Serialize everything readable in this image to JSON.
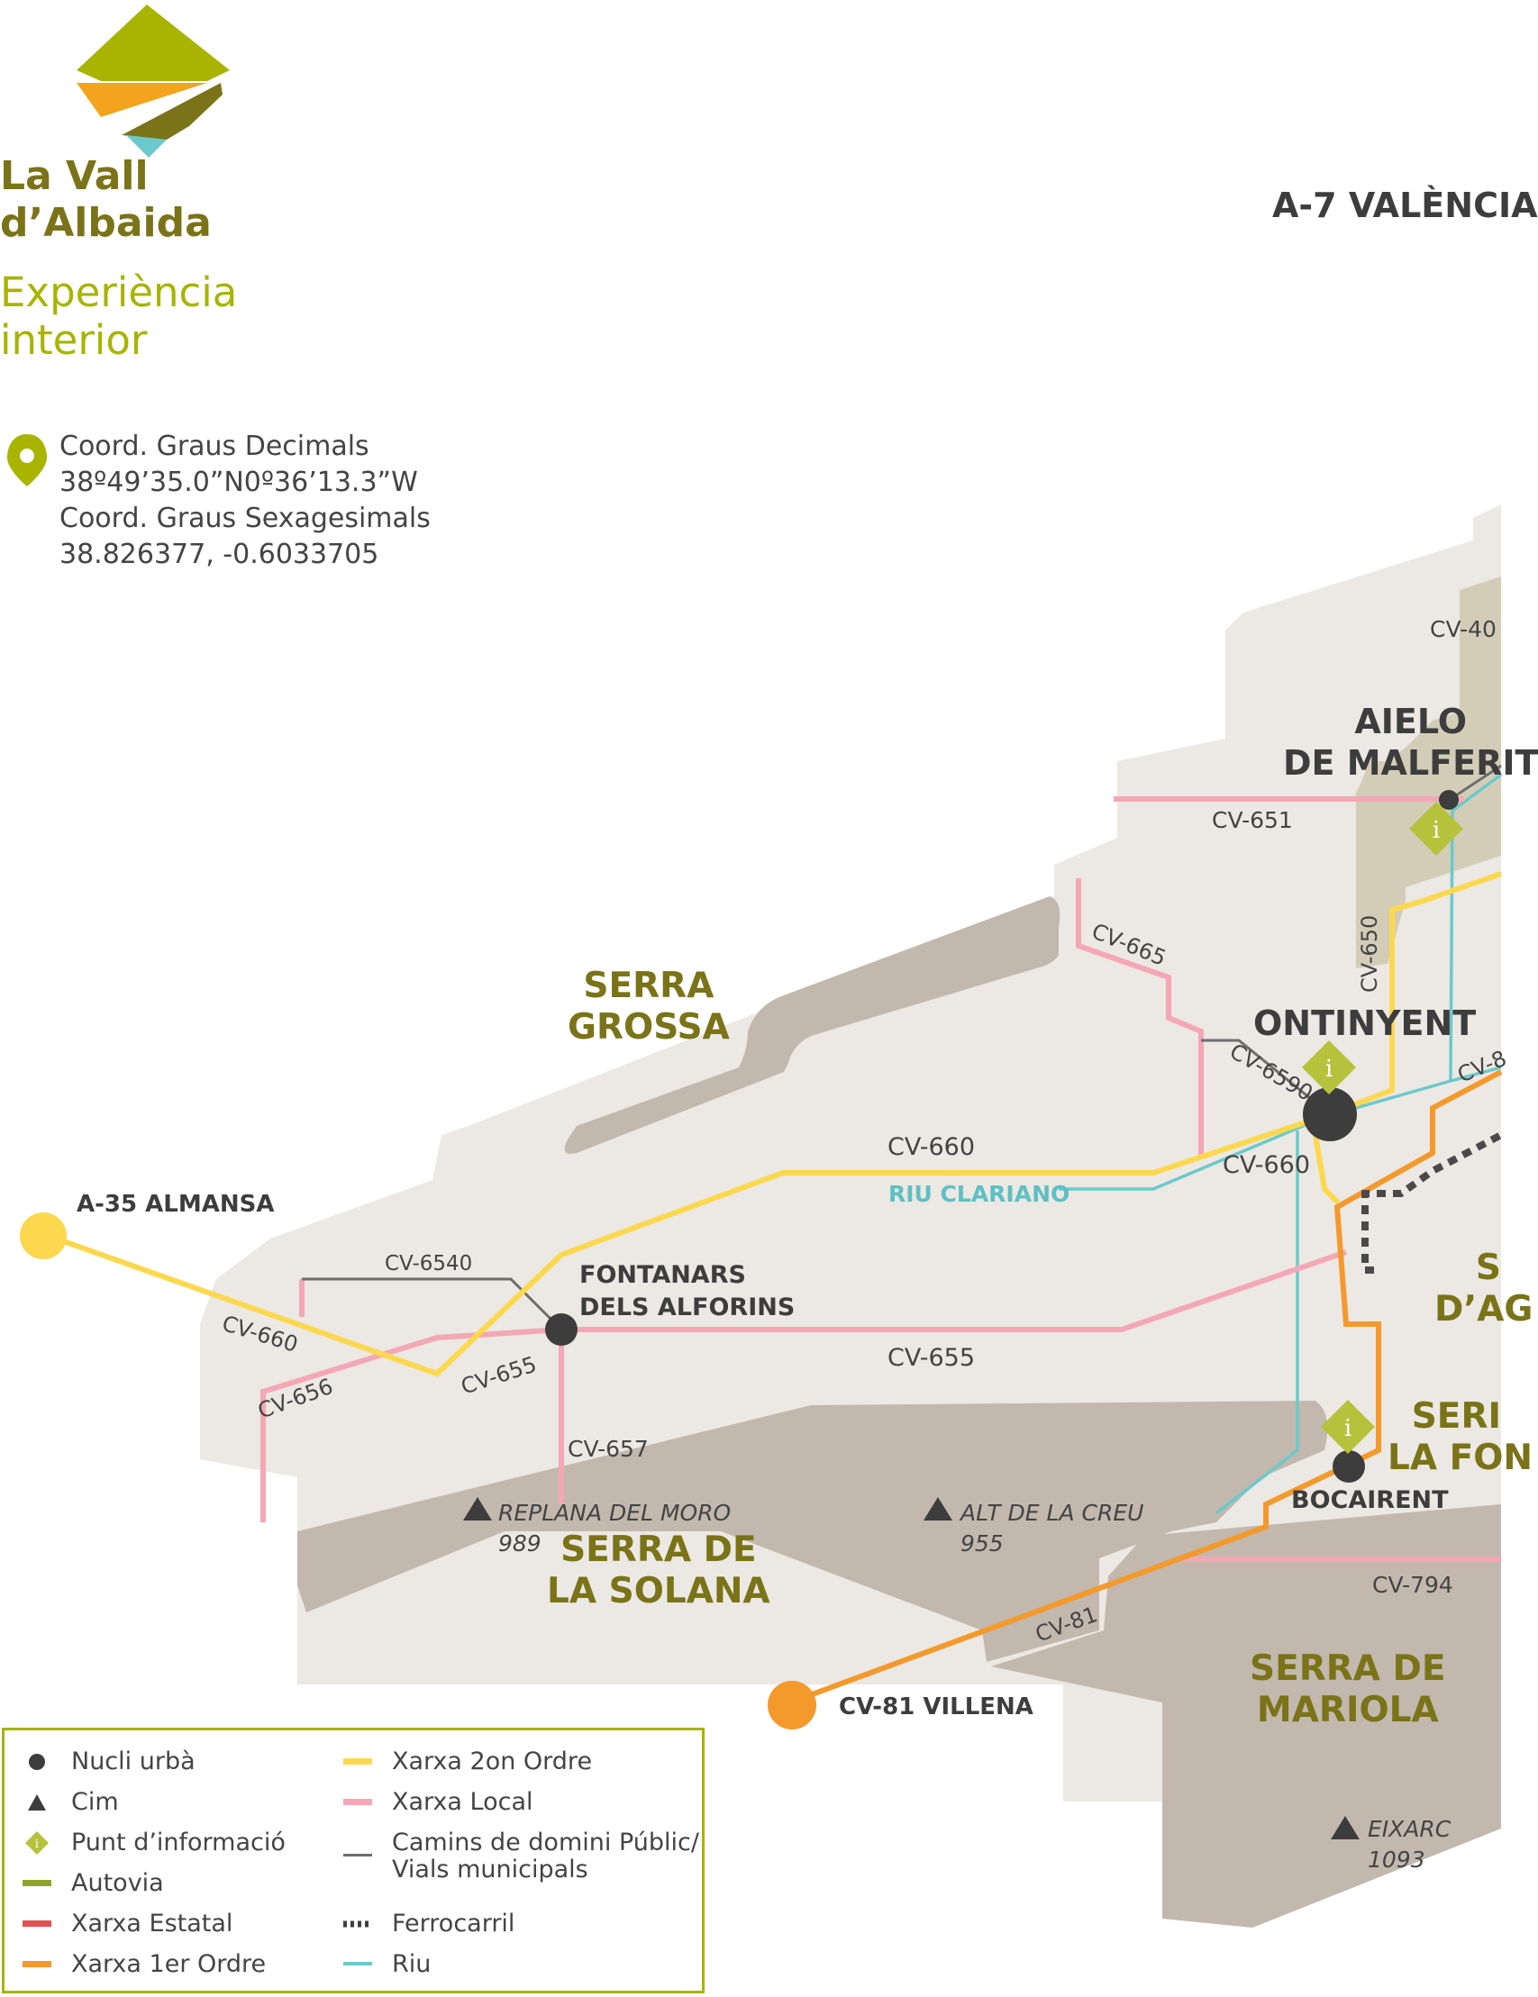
{
  "brand": {
    "name_line1": "La Vall",
    "name_line2": "d’Albaida",
    "tagline_line1": "Experiència",
    "tagline_line2": "interior"
  },
  "coordinates": {
    "line1": "Coord. Graus Decimals",
    "line2": "38º49’35.0”N0º36’13.3”W",
    "line3": "Coord. Graus Sexagesimals",
    "line4": "38.826377, -0.6033705"
  },
  "colors": {
    "secondary_road": "#fcd84e",
    "local_road": "#f4a7b5",
    "first_order": "#f4992c",
    "public_path": "#6d6d6d",
    "railway": "#4a4a4a",
    "river": "#6cc9cb",
    "town": "#3d3d3d",
    "mountain": "#c2b8ad",
    "terrain": "#ece8e3",
    "brand_green": "#a8b400",
    "brand_dark": "#7a7318"
  },
  "map": {
    "destinations": {
      "a7": "A-7 VALÈNCIA",
      "a35": "A-35 ALMANSA",
      "cv81": "CV-81 VILLENA"
    },
    "towns": {
      "aielo_1": "AIELO",
      "aielo_2": "DE MALFERIT",
      "ontinyent": "ONTINYENT",
      "fontanars_1": "FONTANARS",
      "fontanars_2": "DELS ALFORINS",
      "bocairent": "BOCAIRENT"
    },
    "sierras": {
      "grossa_1": "SERRA",
      "grossa_2": "GROSSA",
      "solana_1": "SERRA DE",
      "solana_2": "LA SOLANA",
      "mariola_1": "SERRA DE",
      "mariola_2": "MARIOLA",
      "agullent_1": "S",
      "agullent_2": "D’AG",
      "fontanella_1": "SERI",
      "fontanella_2": "LA FON"
    },
    "roads": {
      "cv40": "CV-40",
      "cv651": "CV-651",
      "cv650": "CV-650",
      "cv665": "CV-665",
      "cv6590": "CV-6590",
      "cv660a": "CV-660",
      "cv660b": "CV-660",
      "cv660c": "CV-660",
      "cv6540": "CV-6540",
      "cv656": "CV-656",
      "cv655a": "CV-655",
      "cv655b": "CV-655",
      "cv657": "CV-657",
      "cv794": "CV-794",
      "cv81": "CV-81",
      "cv8x": "CV-8"
    },
    "river_name": "RIU CLARIANO",
    "peaks": [
      {
        "name": "REPLANA DEL MORO",
        "elevation": "989"
      },
      {
        "name": "ALT DE LA CREU",
        "elevation": "955"
      },
      {
        "name": "EIXARC",
        "elevation": "1093"
      }
    ]
  },
  "legend": {
    "urban": "Nucli urbà",
    "peak": "Cim",
    "info": "Punt d’informació",
    "motorway": "Autovia",
    "state": "Xarxa Estatal",
    "first": "Xarxa 1er Ordre",
    "second": "Xarxa 2on Ordre",
    "local": "Xarxa Local",
    "paths_1": "Camins de domini Públic/",
    "paths_2": "Vials municipals",
    "rail": "Ferrocarril",
    "river": "Riu"
  }
}
